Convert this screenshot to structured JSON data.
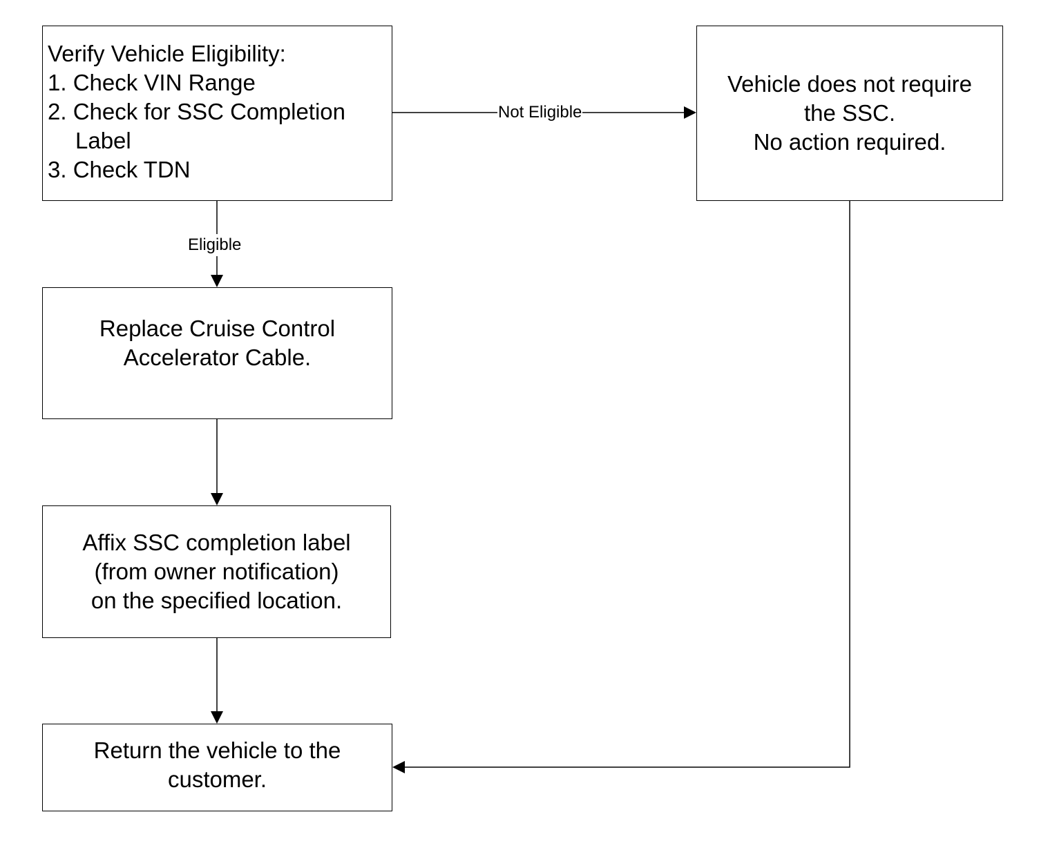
{
  "boxes": {
    "verify": {
      "title": "Verify Vehicle Eligibility:",
      "step1": "1. Check VIN Range",
      "step2_line1": "2. Check for SSC Completion",
      "step2_line2": "Label",
      "step3": "3. Check TDN"
    },
    "not_required": {
      "line1": "Vehicle does not require",
      "line2": "the SSC.",
      "line3": "No action required."
    },
    "replace": {
      "line1": "Replace Cruise Control",
      "line2": "Accelerator Cable."
    },
    "affix": {
      "line1": "Affix SSC completion label",
      "line2": "(from owner notification)",
      "line3": "on the specified location."
    },
    "return": {
      "line1": "Return the vehicle to the",
      "line2": "customer."
    }
  },
  "edges": {
    "not_eligible": "Not Eligible",
    "eligible": "Eligible"
  }
}
